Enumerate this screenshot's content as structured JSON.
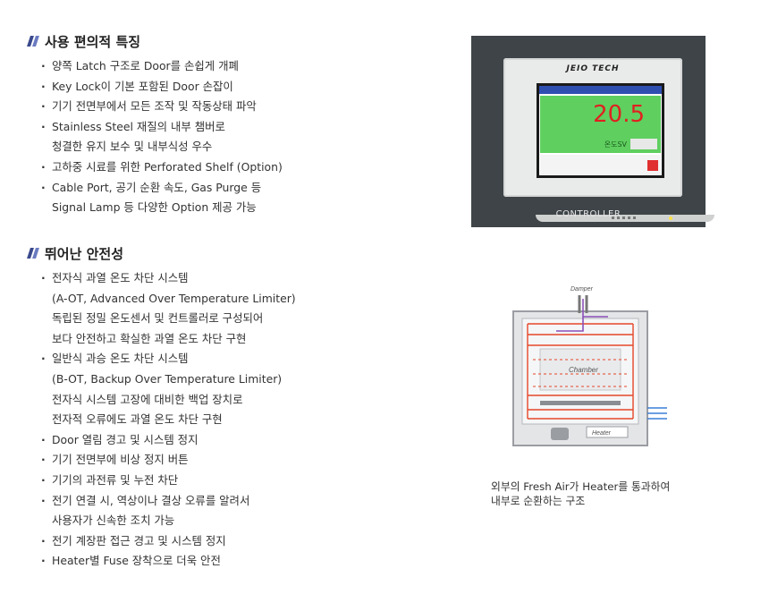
{
  "section1": {
    "title": "사용 편의적 특징",
    "items": [
      {
        "l1": "양쪽 Latch 구조로 Door를 손쉽게 개폐",
        "l2": ""
      },
      {
        "l1": "Key Lock이 기본 포함된 Door 손잡이",
        "l2": ""
      },
      {
        "l1": "기기 전면부에서 모든 조작 및 작동상태 파악",
        "l2": ""
      },
      {
        "l1": "Stainless Steel 재질의 내부 챔버로",
        "l2": "청결한 유지 보수 및 내부식성 우수"
      },
      {
        "l1": "고하중 시료를 위한 Perforated Shelf (Option)",
        "l2": ""
      },
      {
        "l1": "Cable Port, 공기 순환 속도, Gas Purge 등",
        "l2": "Signal Lamp 등 다양한 Option 제공 가능"
      }
    ]
  },
  "section2": {
    "title": "뛰어난 안전성",
    "items": [
      {
        "lines": [
          "전자식 과열 온도 차단 시스템",
          "(A-OT, Advanced Over Temperature Limiter)",
          "독립된 정밀 온도센서 및 컨트롤러로 구성되어",
          "보다 안전하고 확실한 과열 온도 차단 구현"
        ]
      },
      {
        "lines": [
          "일반식 과승 온도 차단 시스템",
          "(B-OT, Backup Over Temperature Limiter)",
          "전자식 시스템 고장에 대비한 백업 장치로",
          "전자적 오류에도 과열 온도 차단 구현"
        ]
      },
      {
        "lines": [
          "Door 열림 경고 및 시스템 정지"
        ]
      },
      {
        "lines": [
          "기기 전면부에 비상 정지 버튼"
        ]
      },
      {
        "lines": [
          "기기의 과전류 및 누전 차단"
        ]
      },
      {
        "lines": [
          "전기 연결 시, 역상이나 결상 오류를 알려서",
          "사용자가 신속한 조치 가능"
        ]
      },
      {
        "lines": [
          "전기 계장판 접근 경고 및 시스템 정지"
        ]
      },
      {
        "lines": [
          "Heater별 Fuse 장착으로 더욱 안전"
        ]
      }
    ]
  },
  "controller": {
    "brand": "JEIO TECH",
    "value": "20.5",
    "sv_label": "온도SV",
    "label": "CONTROLLER"
  },
  "diagram": {
    "damper": "Damper",
    "chamber": "Chamber",
    "heater": "Heater"
  },
  "caption": {
    "line1": "외부의 Fresh Air가 Heater를 통과하여",
    "line2": "내부로 순환하는 구조"
  }
}
